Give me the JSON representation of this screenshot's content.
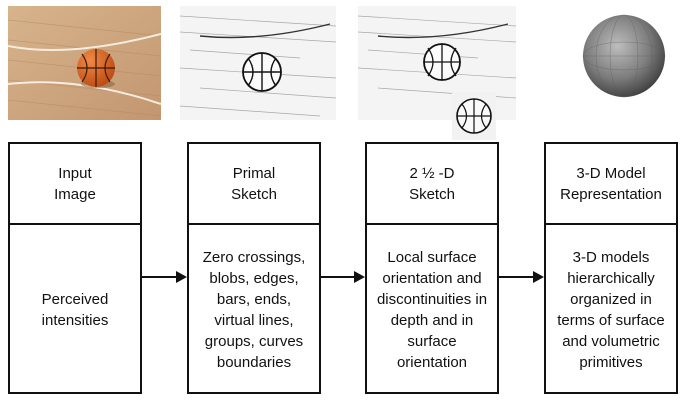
{
  "stages": [
    {
      "title": "Input\nImage",
      "description": "Perceived\nintensities"
    },
    {
      "title": "Primal\nSketch",
      "description": "Zero crossings,\nblobs, edges,\nbars, ends,\nvirtual lines,\ngroups, curves\nboundaries"
    },
    {
      "title": "2 ½ -D\nSketch",
      "description": "Local surface\norientation and\ndiscontinuities in\ndepth and in\nsurface\norientation"
    },
    {
      "title": "3-D Model\nRepresentation",
      "description": "3-D models\nhierarchically\norganized in\nterms of surface\nand volumetric\nprimitives"
    }
  ]
}
